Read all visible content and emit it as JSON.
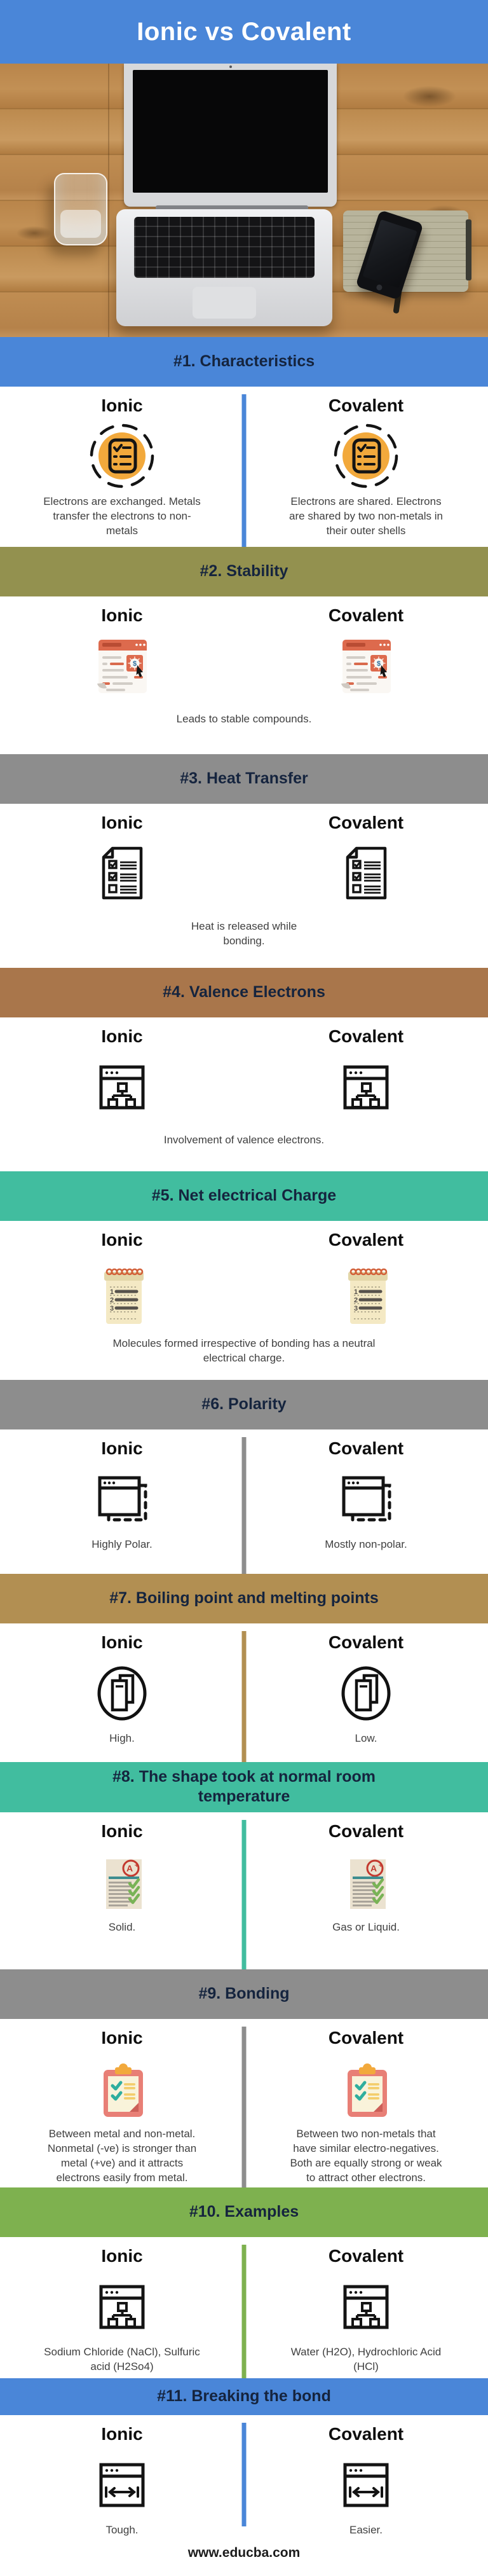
{
  "title": "Ionic vs Covalent",
  "column_labels": {
    "left": "Ionic",
    "right": "Covalent"
  },
  "footer": "www.educba.com",
  "colors": {
    "header_blue": "#4a86d8",
    "olive": "#93914f",
    "gray": "#8d8d8d",
    "brown": "#a9764b",
    "teal": "#41bd9f",
    "tan": "#b28f52",
    "green": "#7eb14f",
    "heading_text": "#15243e",
    "icon_orange": "#f2a93c",
    "icon_red": "#dd6a4d"
  },
  "photo": {
    "description": "laptop on wooden desk with water glass, notebook and smartphone"
  },
  "sections": [
    {
      "heading": "#1. Characteristics",
      "icon": "checklist-badge",
      "left_text": "Electrons are exchanged. Metals transfer the electrons to non-metals",
      "right_text": "Electrons are shared. Electrons are shared by two non-metals in their outer shells"
    },
    {
      "heading": "#2. Stability",
      "icon": "webpage-dollar",
      "center_text": "Leads to stable compounds."
    },
    {
      "heading": "#3. Heat Transfer",
      "icon": "checklist-doc",
      "center_text": "Heat is released while bonding."
    },
    {
      "heading": "#4. Valence Electrons",
      "icon": "browser-sitemap",
      "center_text": "Involvement of valence electrons."
    },
    {
      "heading": "#5. Net electrical Charge",
      "icon": "notepad",
      "center_text": "Molecules formed irrespective of bonding has a neutral electrical charge."
    },
    {
      "heading": "#6. Polarity",
      "icon": "browser-shadow",
      "left_text": "Highly Polar.",
      "right_text": "Mostly non-polar."
    },
    {
      "heading": "#7. Boiling point and melting points",
      "icon": "copy-circle",
      "left_text": "High.",
      "right_text": "Low."
    },
    {
      "heading": "#8. The shape took at normal room temperature",
      "icon": "graded-paper",
      "left_text": "Solid.",
      "right_text": "Gas or Liquid."
    },
    {
      "heading": "#9. Bonding",
      "icon": "clipboard",
      "left_text": "Between metal and non-metal. Nonmetal (-ve) is stronger than metal (+ve) and it attracts electrons easily from metal.",
      "right_text": "Between two non-metals that have similar electro-negatives. Both are equally strong or weak to attract other electrons."
    },
    {
      "heading": "#10. Examples",
      "icon": "browser-sitemap",
      "left_text": "Sodium Chloride (NaCl), Sulfuric acid (H2So4)",
      "right_text": "Water (H2O), Hydrochloric Acid (HCl)"
    },
    {
      "heading": "#11. Breaking the bond",
      "icon": "browser-arrow",
      "left_text": "Tough.",
      "right_text": "Easier."
    }
  ]
}
